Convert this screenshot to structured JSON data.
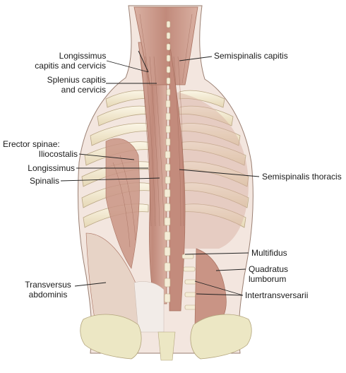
{
  "labels": {
    "longissimus_capitis_l1": "Longissimus",
    "longissimus_capitis_l2": "capitis and cervicis",
    "splenius_l1": "Splenius capitis",
    "splenius_l2": "and cervicis",
    "erector_spinae": "Erector spinae:",
    "iliocostalis": "Iliocostalis",
    "longissimus": "Longissimus",
    "spinalis": "Spinalis",
    "transversus_l1": "Transversus",
    "transversus_l2": "abdominis",
    "semispinalis_capitis": "Semispinalis capitis",
    "semispinalis_thoracis": "Semispinalis thoracis",
    "multifidus": "Multifidus",
    "quadratus_l1": "Quadratus",
    "quadratus_l2": "lumborum",
    "intertransversarii": "Intertransversarii"
  },
  "colors": {
    "muscle": "#c9978a",
    "muscle_dark": "#a8705f",
    "rib": "#f4ecd6",
    "bone": "#ece7c4",
    "skin_outline": "#9a7f72",
    "leader_line": "#222222"
  }
}
